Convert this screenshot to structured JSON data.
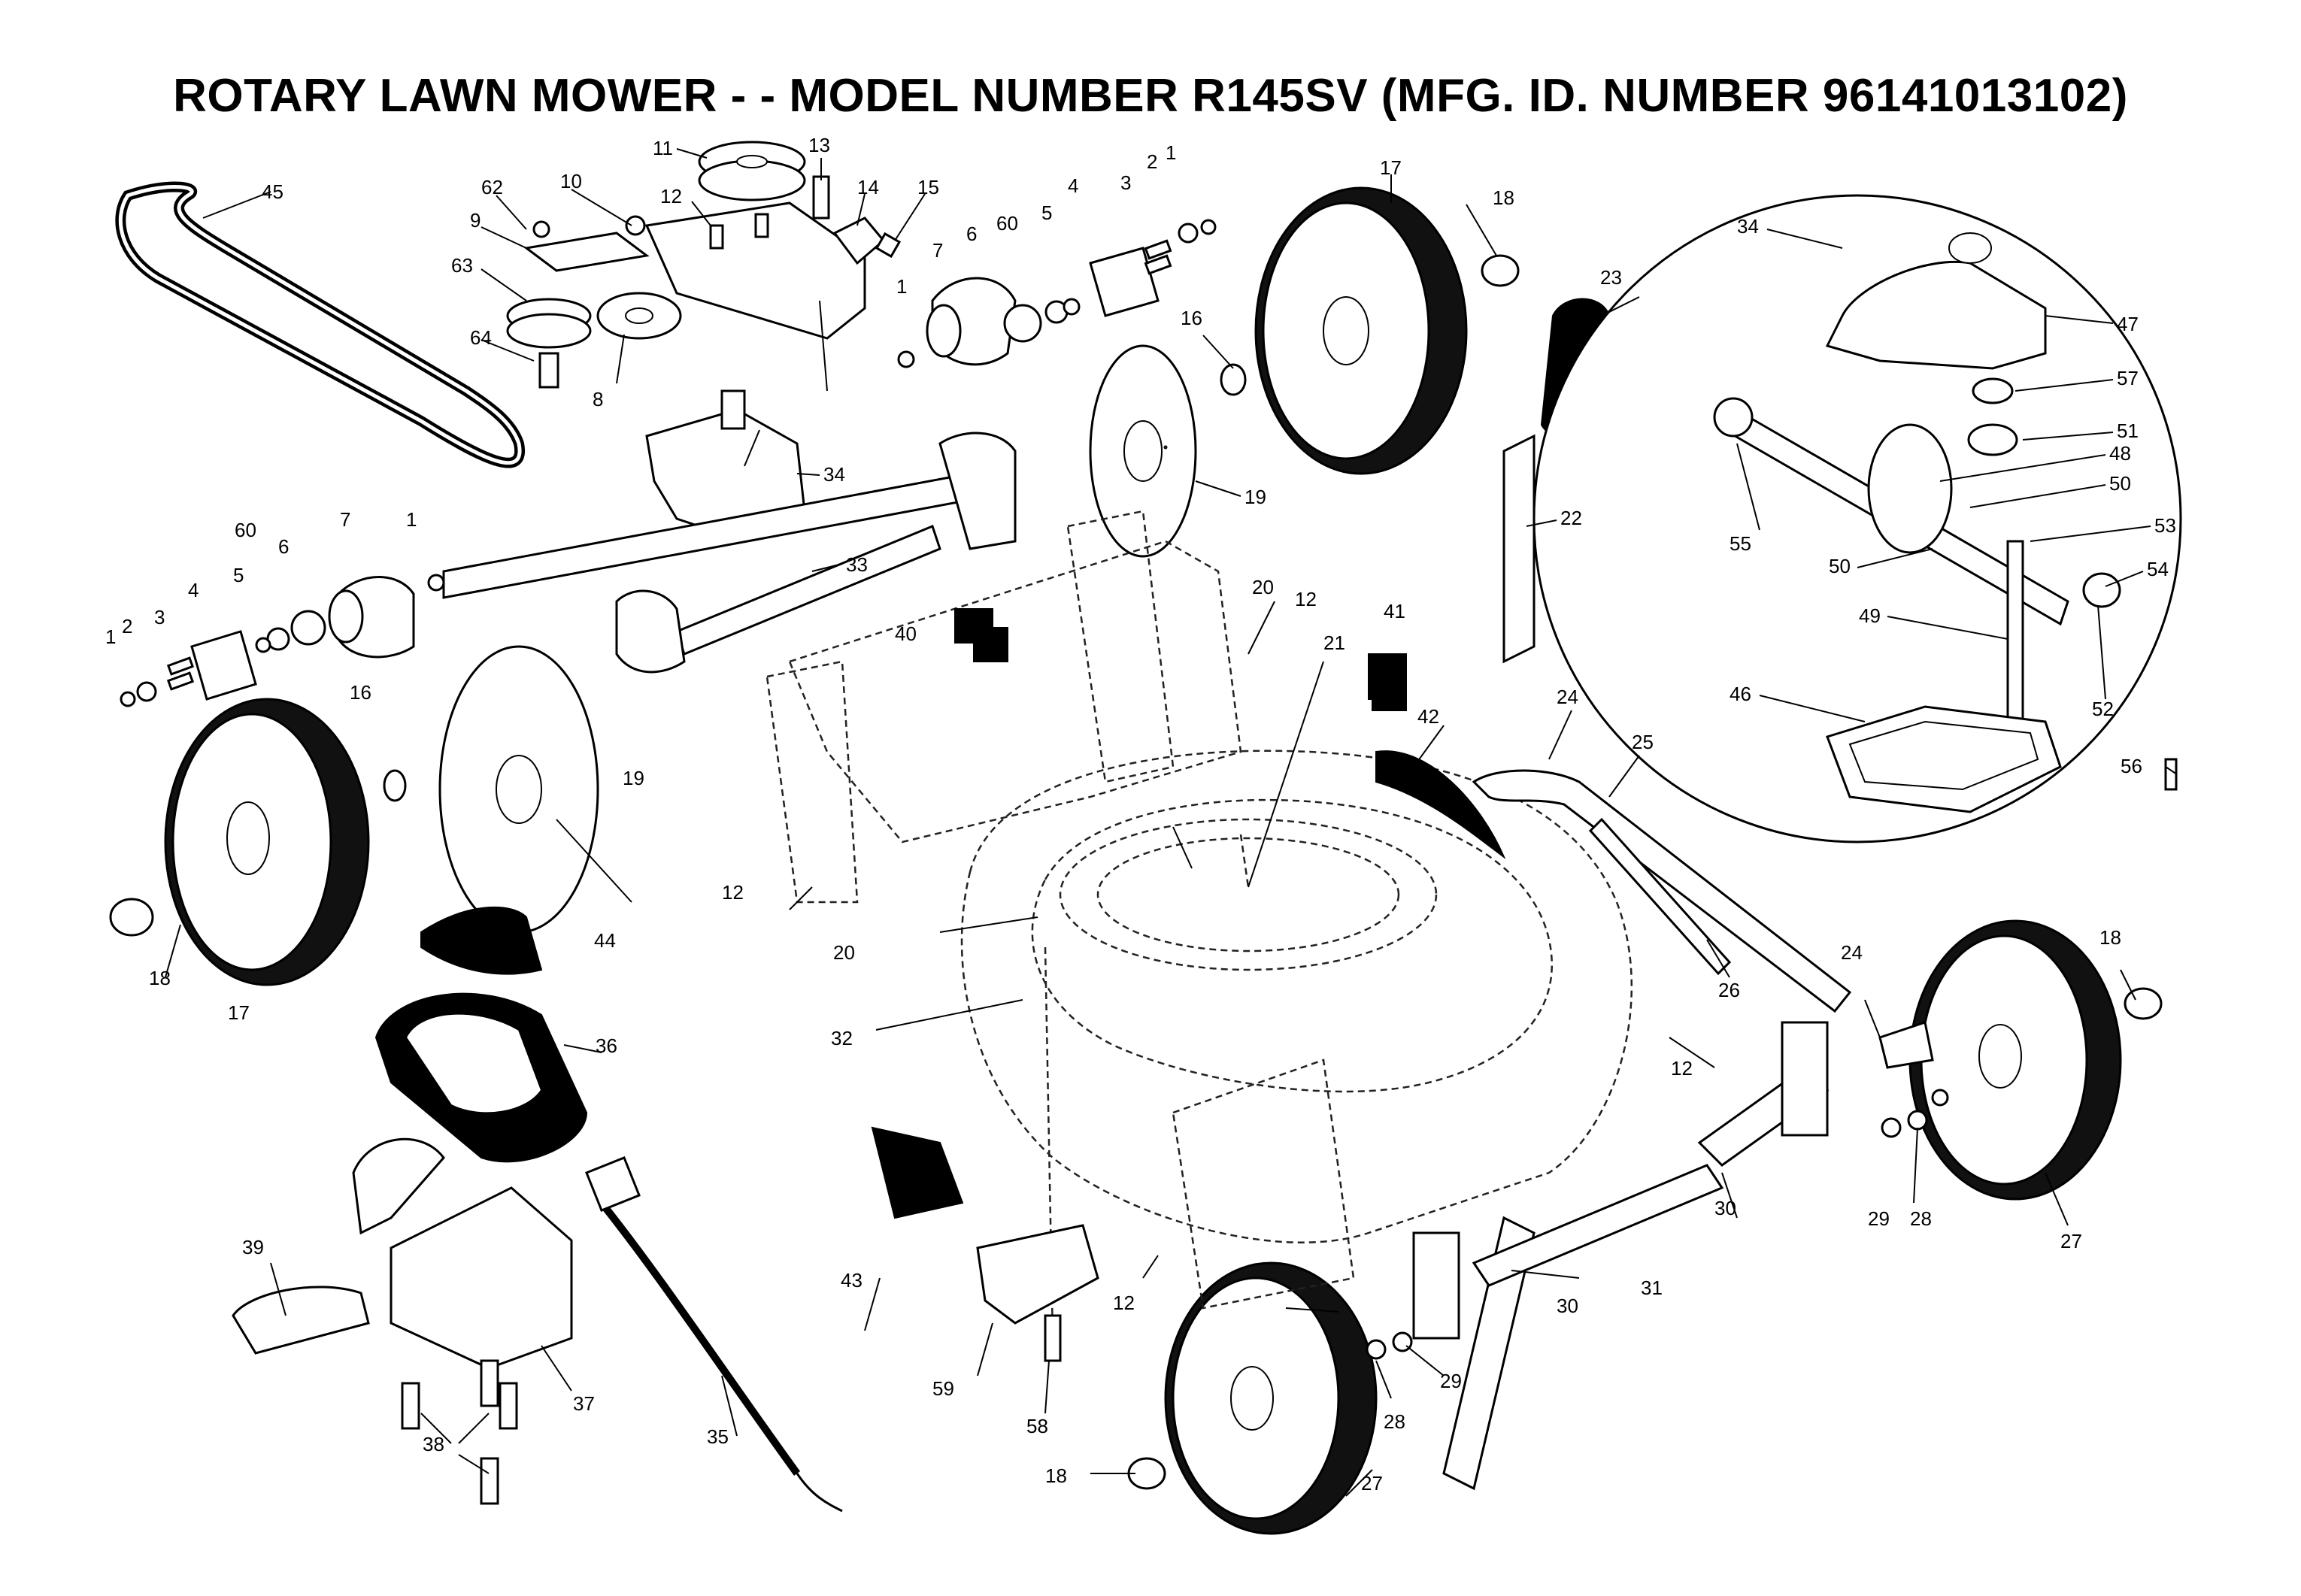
{
  "title": "ROTARY LAWN MOWER - - MODEL NUMBER  R145SV  (MFG. ID. NUMBER 96141013102)",
  "callouts": [
    {
      "id": "c45",
      "text": "45"
    },
    {
      "id": "c62",
      "text": "62"
    },
    {
      "id": "c10",
      "text": "10"
    },
    {
      "id": "c9",
      "text": "9"
    },
    {
      "id": "c63",
      "text": "63"
    },
    {
      "id": "c64",
      "text": "64"
    },
    {
      "id": "c8",
      "text": "8"
    },
    {
      "id": "c11",
      "text": "11"
    },
    {
      "id": "c13",
      "text": "13"
    },
    {
      "id": "c12a",
      "text": "12"
    },
    {
      "id": "c14",
      "text": "14"
    },
    {
      "id": "c15",
      "text": "15"
    },
    {
      "id": "c6a",
      "text": "6"
    },
    {
      "id": "c60a",
      "text": "60"
    },
    {
      "id": "c5a",
      "text": "5"
    },
    {
      "id": "c4a",
      "text": "4"
    },
    {
      "id": "c3a",
      "text": "3"
    },
    {
      "id": "c2a",
      "text": "2"
    },
    {
      "id": "c1a",
      "text": "1"
    },
    {
      "id": "c7a",
      "text": "7"
    },
    {
      "id": "c1b",
      "text": "1"
    },
    {
      "id": "c17a",
      "text": "17"
    },
    {
      "id": "c18a",
      "text": "18"
    },
    {
      "id": "c16a",
      "text": "16"
    },
    {
      "id": "c23",
      "text": "23"
    },
    {
      "id": "c34a",
      "text": "34"
    },
    {
      "id": "c19a",
      "text": "19"
    },
    {
      "id": "c22",
      "text": "22"
    },
    {
      "id": "c60b",
      "text": "60"
    },
    {
      "id": "c7b",
      "text": "7"
    },
    {
      "id": "c1c",
      "text": "1"
    },
    {
      "id": "c6b",
      "text": "6"
    },
    {
      "id": "c5b",
      "text": "5"
    },
    {
      "id": "c4b",
      "text": "4"
    },
    {
      "id": "c3b",
      "text": "3"
    },
    {
      "id": "c2b",
      "text": "2"
    },
    {
      "id": "c1d",
      "text": "1"
    },
    {
      "id": "c33",
      "text": "33"
    },
    {
      "id": "c20a",
      "text": "20"
    },
    {
      "id": "c12b",
      "text": "12"
    },
    {
      "id": "c40",
      "text": "40"
    },
    {
      "id": "c21",
      "text": "21"
    },
    {
      "id": "c41",
      "text": "41"
    },
    {
      "id": "c16b",
      "text": "16"
    },
    {
      "id": "c19b",
      "text": "19"
    },
    {
      "id": "c42",
      "text": "42"
    },
    {
      "id": "c24a",
      "text": "24"
    },
    {
      "id": "c25",
      "text": "25"
    },
    {
      "id": "c12c",
      "text": "12"
    },
    {
      "id": "c18b",
      "text": "18"
    },
    {
      "id": "c17b",
      "text": "17"
    },
    {
      "id": "c44",
      "text": "44"
    },
    {
      "id": "c20b",
      "text": "20"
    },
    {
      "id": "c26",
      "text": "26"
    },
    {
      "id": "c24b",
      "text": "24"
    },
    {
      "id": "c18c",
      "text": "18"
    },
    {
      "id": "c32",
      "text": "32"
    },
    {
      "id": "c36",
      "text": "36"
    },
    {
      "id": "c12d",
      "text": "12"
    },
    {
      "id": "c30a",
      "text": "30"
    },
    {
      "id": "c29a",
      "text": "29"
    },
    {
      "id": "c28a",
      "text": "28"
    },
    {
      "id": "c27a",
      "text": "27"
    },
    {
      "id": "c39",
      "text": "39"
    },
    {
      "id": "c43",
      "text": "43"
    },
    {
      "id": "c12e",
      "text": "12"
    },
    {
      "id": "c31",
      "text": "31"
    },
    {
      "id": "c30b",
      "text": "30"
    },
    {
      "id": "c37",
      "text": "37"
    },
    {
      "id": "c59",
      "text": "59"
    },
    {
      "id": "c29b",
      "text": "29"
    },
    {
      "id": "c38",
      "text": "38"
    },
    {
      "id": "c35",
      "text": "35"
    },
    {
      "id": "c58",
      "text": "58"
    },
    {
      "id": "c28b",
      "text": "28"
    },
    {
      "id": "c18d",
      "text": "18"
    },
    {
      "id": "c27b",
      "text": "27"
    },
    {
      "id": "c34b",
      "text": "34"
    },
    {
      "id": "c47",
      "text": "47"
    },
    {
      "id": "c57",
      "text": "57"
    },
    {
      "id": "c51",
      "text": "51"
    },
    {
      "id": "c48",
      "text": "48"
    },
    {
      "id": "c50a",
      "text": "50"
    },
    {
      "id": "c55",
      "text": "55"
    },
    {
      "id": "c53",
      "text": "53"
    },
    {
      "id": "c50b",
      "text": "50"
    },
    {
      "id": "c54",
      "text": "54"
    },
    {
      "id": "c49",
      "text": "49"
    },
    {
      "id": "c52",
      "text": "52"
    },
    {
      "id": "c46",
      "text": "46"
    },
    {
      "id": "c56",
      "text": "56"
    }
  ]
}
